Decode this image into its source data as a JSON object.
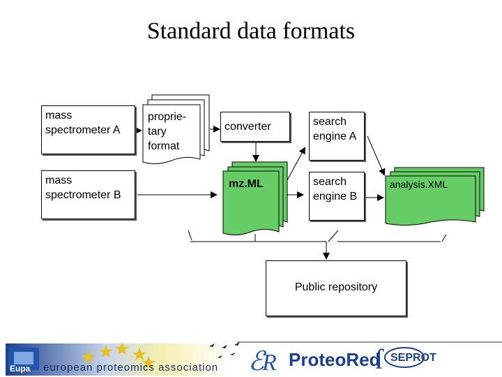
{
  "title": "Standard data formats",
  "nodes": {
    "ms_a": "mass spectrometer A",
    "ms_b": "mass spectrometer B",
    "proprietary": "proprie- tary format",
    "converter": "converter",
    "mzml": "mz.ML",
    "search_a": "search engine A",
    "search_b": "search engine B",
    "analysis": "analysis.XML",
    "repository": "Public repository"
  },
  "footer": {
    "logos": [
      {
        "name": "european-proteomics-association",
        "text": "european proteomics association",
        "icon_text": "Eupa"
      },
      {
        "name": "proteored",
        "text": "ProteoRed"
      },
      {
        "name": "sepro",
        "text": "SEPROT"
      }
    ]
  },
  "colors": {
    "doc_green": "#66cc66",
    "arrow": "#000000"
  }
}
